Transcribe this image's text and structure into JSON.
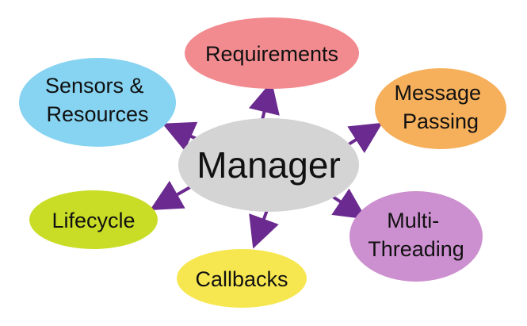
{
  "center": {
    "label": "Manager",
    "color": "#d4d4d4"
  },
  "nodes": [
    {
      "id": "requirements",
      "lines": [
        "Requirements"
      ],
      "color": "#f28b8f"
    },
    {
      "id": "sensors-resources",
      "lines": [
        "Sensors &",
        "Resources"
      ],
      "color": "#86d3f2"
    },
    {
      "id": "message-passing",
      "lines": [
        "Message",
        "Passing"
      ],
      "color": "#f6b05c"
    },
    {
      "id": "lifecycle",
      "lines": [
        "Lifecycle"
      ],
      "color": "#c9dd26"
    },
    {
      "id": "multi-threading",
      "lines": [
        "Multi-",
        "Threading"
      ],
      "color": "#cc8fcf"
    },
    {
      "id": "callbacks",
      "lines": [
        "Callbacks"
      ],
      "color": "#f6e750"
    }
  ],
  "arrow_color": "#6a2a8f"
}
